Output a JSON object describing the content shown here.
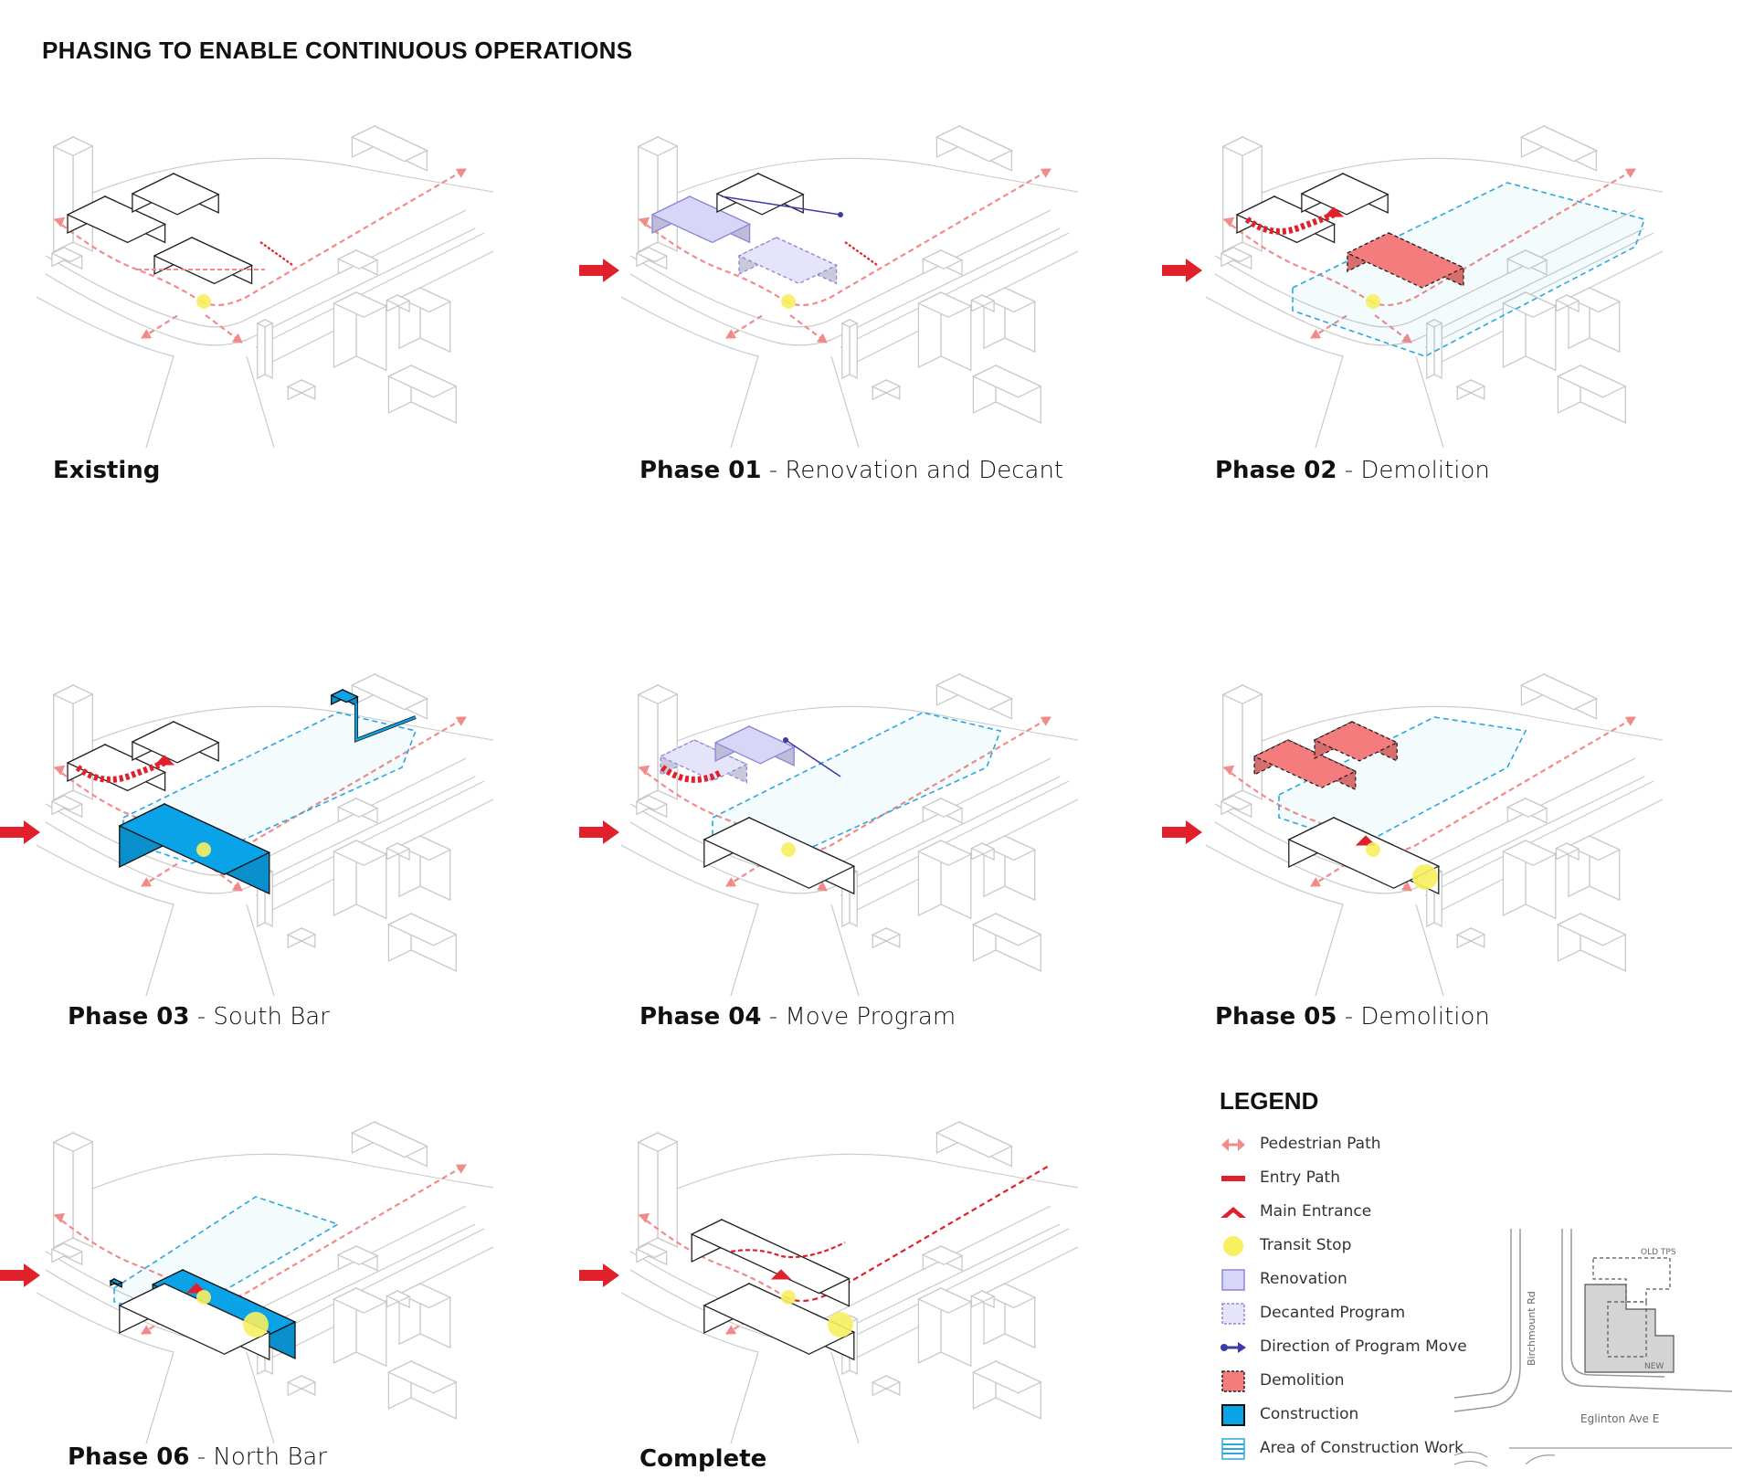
{
  "title": "PHASING TO ENABLE CONTINUOUS OPERATIONS",
  "colors": {
    "pedestrian": "#f28a8a",
    "entry": "#e0202a",
    "renovation": "#d8d6f6",
    "decanted": "#e6e4fa",
    "program_move": "#3b3ba8",
    "demolition": "#f47c7c",
    "construction": "#0aa3e8",
    "construction_area": "#2aa7e0",
    "transit": "#f7f060",
    "context": "#c9c9c9"
  },
  "panels": [
    {
      "id": "existing",
      "bold": "Existing",
      "rest": "",
      "state": "existing"
    },
    {
      "id": "phase01",
      "bold": "Phase 01",
      "rest": " - Renovation and Decant",
      "state": "phase01"
    },
    {
      "id": "phase02",
      "bold": "Phase 02",
      "rest": " - Demolition",
      "state": "phase02"
    },
    {
      "id": "phase03",
      "bold": "Phase 03",
      "rest": " - South Bar",
      "state": "phase03"
    },
    {
      "id": "phase04",
      "bold": "Phase 04",
      "rest": " - Move Program",
      "state": "phase04"
    },
    {
      "id": "phase05",
      "bold": "Phase 05",
      "rest": " - Demolition",
      "state": "phase05"
    },
    {
      "id": "phase06",
      "bold": "Phase 06",
      "rest": " - North Bar",
      "state": "phase06"
    },
    {
      "id": "complete",
      "bold": "Complete",
      "rest": "",
      "state": "complete"
    }
  ],
  "legend": {
    "title": "LEGEND",
    "items": [
      {
        "label": "Pedestrian Path",
        "icon": "pedestrian-path-icon"
      },
      {
        "label": "Entry Path",
        "icon": "entry-path-icon"
      },
      {
        "label": "Main Entrance",
        "icon": "main-entrance-icon"
      },
      {
        "label": "Transit Stop",
        "icon": "transit-stop-icon"
      },
      {
        "label": "Renovation",
        "icon": "renovation-icon"
      },
      {
        "label": "Decanted Program",
        "icon": "decanted-program-icon"
      },
      {
        "label": "Direction of Program Move",
        "icon": "program-move-icon"
      },
      {
        "label": "Demolition",
        "icon": "demolition-icon"
      },
      {
        "label": "Construction",
        "icon": "construction-icon"
      },
      {
        "label": "Area of Construction Work",
        "icon": "construction-area-icon"
      }
    ]
  },
  "minimap": {
    "road_vertical": "Birchmount Rd",
    "road_horizontal": "Eglinton Ave E",
    "old_label": "OLD TPS",
    "new_label": "NEW"
  }
}
